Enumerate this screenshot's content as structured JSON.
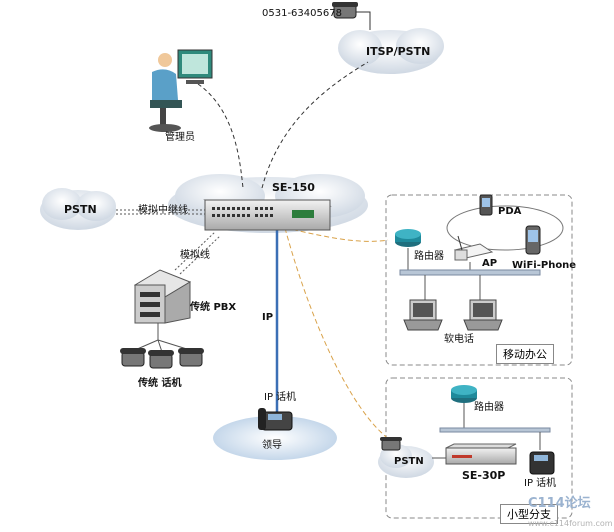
{
  "phone_number": "0531-63405678",
  "itsp": "ITSP/PSTN",
  "admin": "管理员",
  "pstn_left": "PSTN",
  "analog_trunk": "模拟中继线",
  "device": "SE-150",
  "analog_line": "模拟线",
  "pbx": "传统 PBX",
  "trad_phones": "传统 话机",
  "ip_label": "IP",
  "ip_phone": "IP 话机",
  "leader": "领导",
  "mobile": {
    "pda": "PDA",
    "router": "路由器",
    "ap": "AP",
    "wifi_phone": "WiFi-Phone",
    "softphone": "软电话",
    "box_title": "移动办公"
  },
  "branch": {
    "router": "路由器",
    "pstn": "PSTN",
    "device": "SE-30P",
    "ip_phone": "IP 话机",
    "box_title": "小型分支"
  },
  "watermark": {
    "logo": "C114论坛",
    "url": "www.c114forum.com"
  },
  "colors": {
    "cloud": "#dfe6ee",
    "blue_line": "#3b6fb5",
    "orange_dash": "#d9a24a",
    "router": "#1f8a9b"
  }
}
